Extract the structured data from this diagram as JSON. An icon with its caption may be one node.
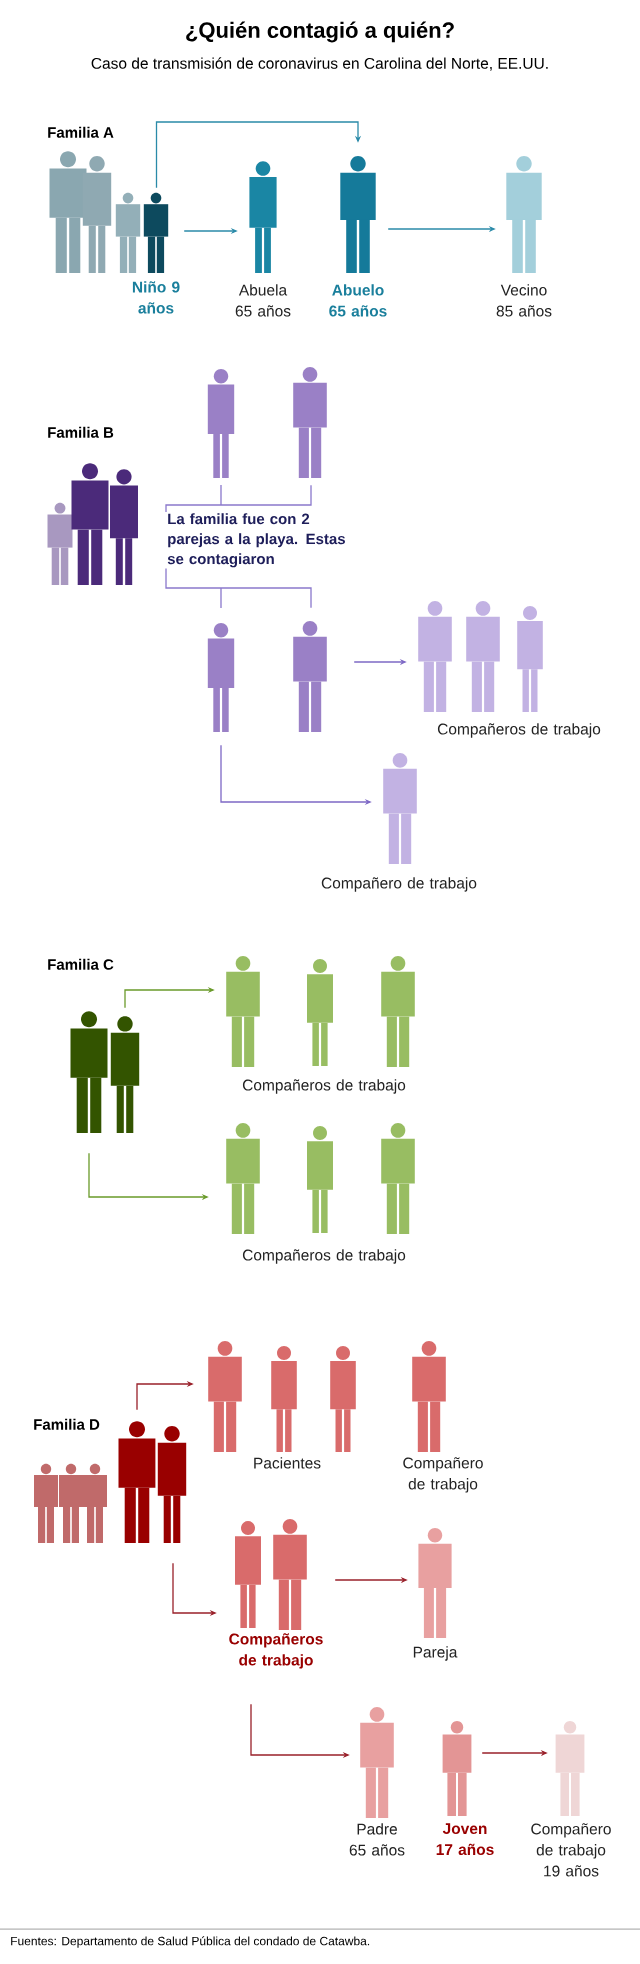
{
  "diagram": {
    "title": "¿Quién contagió a quién?",
    "nodes": [
      {
        "text": [
          "Familia A"
        ]
      },
      {
        "text": [
          "Niño 9 años"
        ]
      },
      {
        "text": [
          "Abuela 65 años"
        ]
      },
      {
        "text": [
          "Abuelo 65 años"
        ]
      },
      {
        "text": [
          "Vecino 85 años"
        ]
      },
      {
        "text": [
          "Familia B"
        ]
      },
      {
        "text": [],
        "shape": "person"
      },
      {
        "text": [
          "La familia fue con 2 parejas a la playa. Estas se contagiaron"
        ]
      },
      {
        "text": [],
        "shape": "person"
      },
      {
        "text": [
          "Compañeros de trabajo"
        ]
      },
      {
        "text": [
          "Compañero de trabajo"
        ]
      },
      {
        "text": [
          "Familia C"
        ]
      },
      {
        "text": [
          "Compañeros de trabajo"
        ]
      },
      {
        "text": [
          "Compañeros de trabajo"
        ]
      },
      {
        "text": [
          "Familia D"
        ]
      },
      {
        "text": [
          "Pacientes"
        ]
      },
      {
        "text": [
          "Compañero de trabajo"
        ]
      },
      {
        "text": [
          "Compañeros de trabajo"
        ]
      },
      {
        "text": [
          "Pareja"
        ]
      },
      {
        "text": [
          "Padre 65 años"
        ]
      },
      {
        "text": [
          "Joven 17 años"
        ]
      },
      {
        "text": [
          "Compañero de trabajo 19 años"
        ]
      }
    ],
    "edges": [
      {
        "from": 1,
        "to": 2,
        "arrow": "to",
        "color": "#2a8aa8"
      },
      {
        "from": 1,
        "to": 3,
        "arrow": "to",
        "color": "#2a8aa8"
      },
      {
        "from": 3,
        "to": 4,
        "arrow": "to",
        "color": "#2a8aa8"
      },
      {
        "from": 6,
        "to": 7,
        "arrow": "none",
        "color": "#8a78cc"
      },
      {
        "from": 7,
        "to": 8,
        "arrow": "none",
        "color": "#8a78cc"
      },
      {
        "from": 8,
        "to": 9,
        "arrow": "to",
        "color": "#7d68c5"
      },
      {
        "from": 8,
        "to": 10,
        "arrow": "to",
        "color": "#7d68c5"
      },
      {
        "from": 11,
        "to": 12,
        "arrow": "to",
        "color": "#6a9a2a"
      },
      {
        "from": 11,
        "to": 13,
        "arrow": "to",
        "color": "#6a9a2a"
      },
      {
        "from": 14,
        "to": 15,
        "arrow": "to",
        "color": "#99202a"
      },
      {
        "from": 14,
        "to": 17,
        "arrow": "to",
        "color": "#99202a"
      },
      {
        "from": 17,
        "to": 18,
        "arrow": "to",
        "color": "#99202a"
      },
      {
        "from": 17,
        "to": 19,
        "arrow": "to",
        "color": "#99202a"
      },
      {
        "from": 20,
        "to": 21,
        "arrow": "to",
        "color": "#99202a"
      }
    ],
    "labels": [
      "Caso de transmisión de coronavirus en Carolina del Norte, EE.UU.",
      "Fuentes: Departamento de Salud Pública del condado de Catawba."
    ]
  }
}
